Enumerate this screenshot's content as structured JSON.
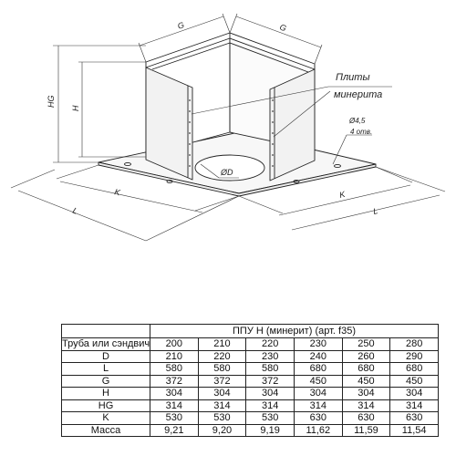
{
  "drawing": {
    "labels": {
      "g_left": "G",
      "g_right": "G",
      "hg": "HG",
      "h": "H",
      "k_left": "K",
      "k_right": "K",
      "l_left": "L",
      "l_right": "L",
      "diameter": "ØD",
      "hole_diameter": "Ø4,5",
      "hole_count": "4 отв.",
      "callout_line1": "Плиты",
      "callout_line2": "минерита"
    }
  },
  "table": {
    "title": "ППУ Н (минерит) (арт. f35)",
    "rows": [
      {
        "label": "Труба или сэндвич, d",
        "values": [
          "200",
          "210",
          "220",
          "230",
          "250",
          "280"
        ]
      },
      {
        "label": "D",
        "values": [
          "210",
          "220",
          "230",
          "240",
          "260",
          "290"
        ]
      },
      {
        "label": "L",
        "values": [
          "580",
          "580",
          "580",
          "680",
          "680",
          "680"
        ]
      },
      {
        "label": "G",
        "values": [
          "372",
          "372",
          "372",
          "450",
          "450",
          "450"
        ]
      },
      {
        "label": "H",
        "values": [
          "304",
          "304",
          "304",
          "304",
          "304",
          "304"
        ]
      },
      {
        "label": "HG",
        "values": [
          "314",
          "314",
          "314",
          "314",
          "314",
          "314"
        ]
      },
      {
        "label": "K",
        "values": [
          "530",
          "530",
          "530",
          "630",
          "630",
          "630"
        ]
      },
      {
        "label": "Масса",
        "values": [
          "9,21",
          "9,20",
          "9,19",
          "11,62",
          "11,59",
          "11,54"
        ]
      }
    ]
  }
}
